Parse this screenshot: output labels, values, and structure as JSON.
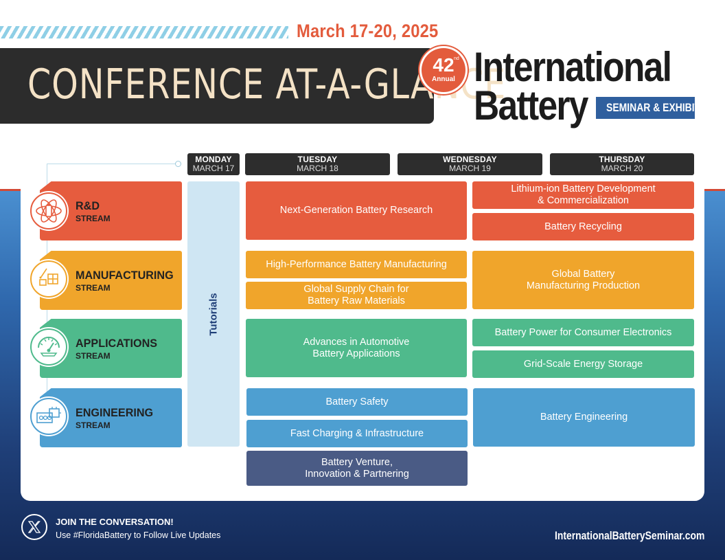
{
  "header": {
    "dates": "March 17-20, 2025",
    "title": "CONFERENCE AT-A-GLANCE",
    "seal_number": "42",
    "seal_suffix": "nd",
    "seal_label": "Annual",
    "brand_line1": "International",
    "brand_line2": "Battery",
    "brand_tag": "SEMINAR & EXHIBIT"
  },
  "days": [
    {
      "name": "MONDAY",
      "date": "MARCH 17"
    },
    {
      "name": "TUESDAY",
      "date": "MARCH 18"
    },
    {
      "name": "WEDNESDAY",
      "date": "MARCH 19"
    },
    {
      "name": "THURSDAY",
      "date": "MARCH 20"
    }
  ],
  "streams": [
    {
      "name": "R&D",
      "sub": "STREAM",
      "icon": "atom-battery-icon",
      "color": "#e65c3e"
    },
    {
      "name": "MANUFACTURING",
      "sub": "STREAM",
      "icon": "battery-boxes-icon",
      "color": "#f0a52b"
    },
    {
      "name": "APPLICATIONS",
      "sub": "STREAM",
      "icon": "gauge-icon",
      "color": "#4fba8c"
    },
    {
      "name": "ENGINEERING",
      "sub": "STREAM",
      "icon": "circuit-battery-icon",
      "color": "#4e9fd1"
    }
  ],
  "tutorials": "Tutorials",
  "sessions": {
    "rd_tue_wed": "Next-Generation Battery Research",
    "rd_thu_1": [
      "Lithium-ion Battery Development",
      "& Commercialization"
    ],
    "rd_thu_2": "Battery Recycling",
    "mfg_tue_wed_1": "High-Performance Battery Manufacturing",
    "mfg_tue_wed_2": [
      "Global Supply Chain for",
      "Battery Raw Materials"
    ],
    "mfg_thu": [
      "Global Battery",
      "Manufacturing Production"
    ],
    "app_tue_wed": [
      "Advances in Automotive",
      "Battery Applications"
    ],
    "app_thu_1": "Battery Power for Consumer Electronics",
    "app_thu_2": "Grid-Scale Energy Storage",
    "eng_tue_wed_1": "Battery Safety",
    "eng_tue_wed_2": "Fast Charging & Infrastructure",
    "eng_tue_wed_3": [
      "Battery Venture,",
      "Innovation & Partnering"
    ],
    "eng_thu": "Battery Engineering"
  },
  "colors": {
    "red": "#e65c3e",
    "yellow": "#f0a52b",
    "green": "#4fba8c",
    "blue": "#4e9fd1",
    "navy": "#4a5b85",
    "title_bar": "#2c2c2c",
    "date_accent": "#e35b3c"
  },
  "footer": {
    "icon": "x-logo-icon",
    "join": "JOIN THE CONVERSATION!",
    "hashtag": "Use #FloridaBattery to Follow Live Updates",
    "site": "InternationalBatterySeminar.com"
  }
}
